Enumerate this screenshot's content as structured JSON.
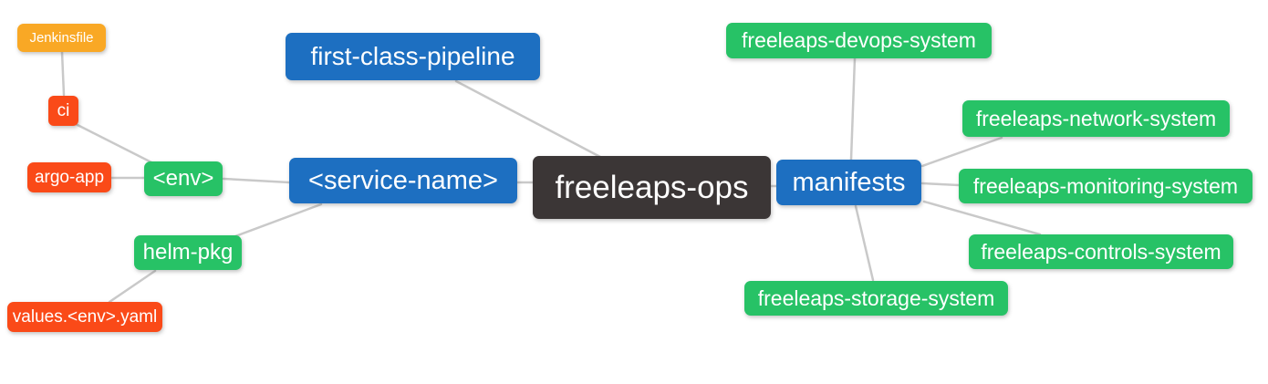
{
  "diagram": {
    "type": "mindmap",
    "root": "freeleaps-ops",
    "colors": {
      "root_node": "#3b3636",
      "branch_node": "#1d6fc1",
      "green_node": "#27c266",
      "orange_node": "#f9a825",
      "red_node": "#fa4a18",
      "edge": "#c9c9c9",
      "text": "#ffffff",
      "background": "#ffffff"
    },
    "nodes": {
      "jenkinsfile": {
        "label": "Jenkinsfile",
        "color": "orange"
      },
      "ci": {
        "label": "ci",
        "color": "red"
      },
      "argo_app": {
        "label": "argo-app",
        "color": "red"
      },
      "env": {
        "label": "<env>",
        "color": "green"
      },
      "helm_pkg": {
        "label": "helm-pkg",
        "color": "green"
      },
      "values_env_yaml": {
        "label": "values.<env>.yaml",
        "color": "red"
      },
      "first_class_pipeline": {
        "label": "first-class-pipeline",
        "color": "blue"
      },
      "service_name": {
        "label": "<service-name>",
        "color": "blue"
      },
      "freeleaps_ops": {
        "label": "freeleaps-ops",
        "color": "dark"
      },
      "manifests": {
        "label": "manifests",
        "color": "blue"
      },
      "devops_system": {
        "label": "freeleaps-devops-system",
        "color": "green"
      },
      "network_system": {
        "label": "freeleaps-network-system",
        "color": "green"
      },
      "monitoring_system": {
        "label": "freeleaps-monitoring-system",
        "color": "green"
      },
      "controls_system": {
        "label": "freeleaps-controls-system",
        "color": "green"
      },
      "storage_system": {
        "label": "freeleaps-storage-system",
        "color": "green"
      }
    },
    "edges": [
      [
        "jenkinsfile",
        "ci"
      ],
      [
        "ci",
        "env"
      ],
      [
        "argo_app",
        "env"
      ],
      [
        "env",
        "service_name"
      ],
      [
        "helm_pkg",
        "service_name"
      ],
      [
        "values_env_yaml",
        "helm_pkg"
      ],
      [
        "first_class_pipeline",
        "freeleaps_ops"
      ],
      [
        "service_name",
        "freeleaps_ops"
      ],
      [
        "freeleaps_ops",
        "manifests"
      ],
      [
        "manifests",
        "devops_system"
      ],
      [
        "manifests",
        "network_system"
      ],
      [
        "manifests",
        "monitoring_system"
      ],
      [
        "manifests",
        "controls_system"
      ],
      [
        "manifests",
        "storage_system"
      ]
    ]
  }
}
